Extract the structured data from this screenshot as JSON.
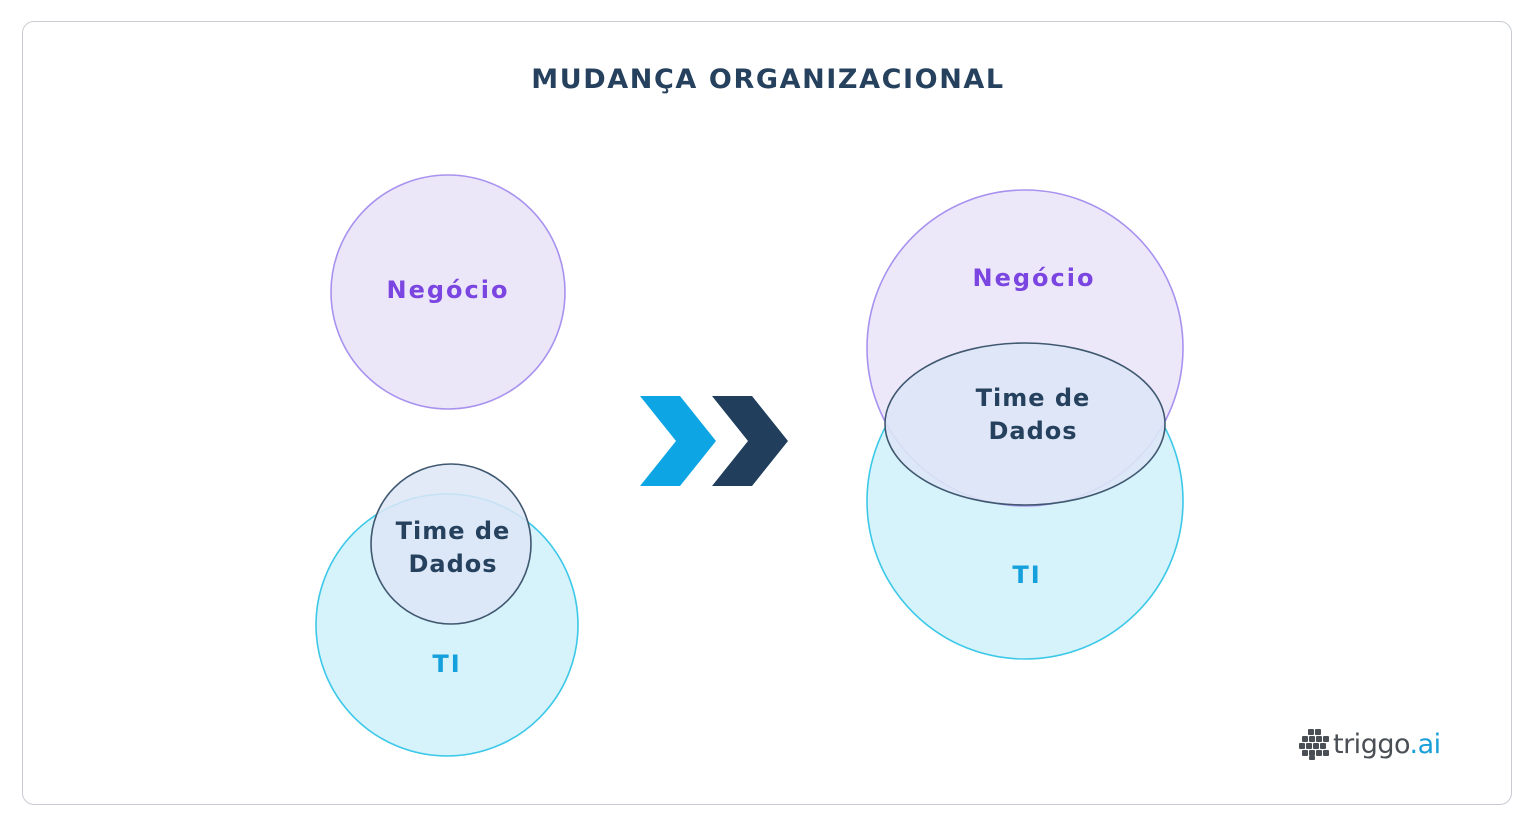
{
  "title": "MUDANÇA ORGANIZACIONAL",
  "before": {
    "business_label": "Negócio",
    "it_label": "TI",
    "data_team_line1": "Time de",
    "data_team_line2": "Dados"
  },
  "after": {
    "business_label": "Negócio",
    "it_label": "TI",
    "data_team_line1": "Time de",
    "data_team_line2": "Dados"
  },
  "logo": {
    "name": "triggo",
    "dot": ".",
    "suffix": "ai"
  },
  "colors": {
    "title": "#25415e",
    "business_fill": "#ebe6f8",
    "business_stroke": "#a892ef",
    "business_text": "#7a45e0",
    "it_fill": "#d6f2fa",
    "it_stroke": "#3cc8e8",
    "it_text": "#14a0dc",
    "team_fill": "#dde6f6",
    "team_stroke": "#3f5870",
    "team_text": "#25415e",
    "chevron_light": "#0ea5e4",
    "chevron_dark": "#213f5c"
  }
}
